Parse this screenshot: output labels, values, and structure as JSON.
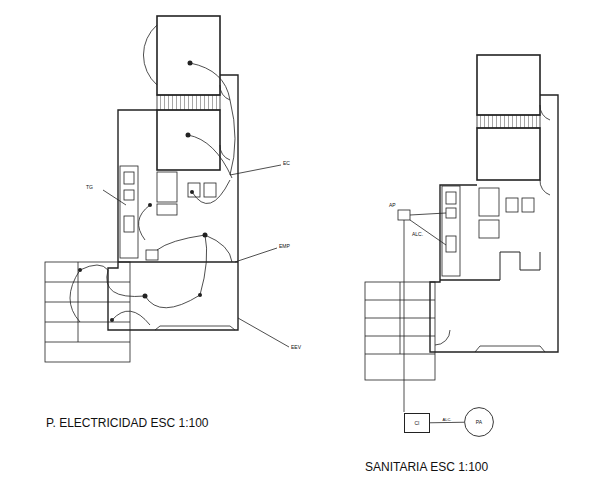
{
  "diagram": {
    "nodes": [
      {
        "text": [
          "CI"
        ]
      },
      {
        "text": [
          "PA"
        ]
      }
    ],
    "edges": [
      {
        "from": 0,
        "to": 1,
        "label": "ALC.",
        "arrow": "none"
      }
    ],
    "labels": [
      "P. ELECTRICIDAD ESC 1:100",
      "SANITARIA ESC 1:100",
      "EC",
      "TG",
      "EMP",
      "EEV",
      "AP",
      "ALC."
    ]
  }
}
